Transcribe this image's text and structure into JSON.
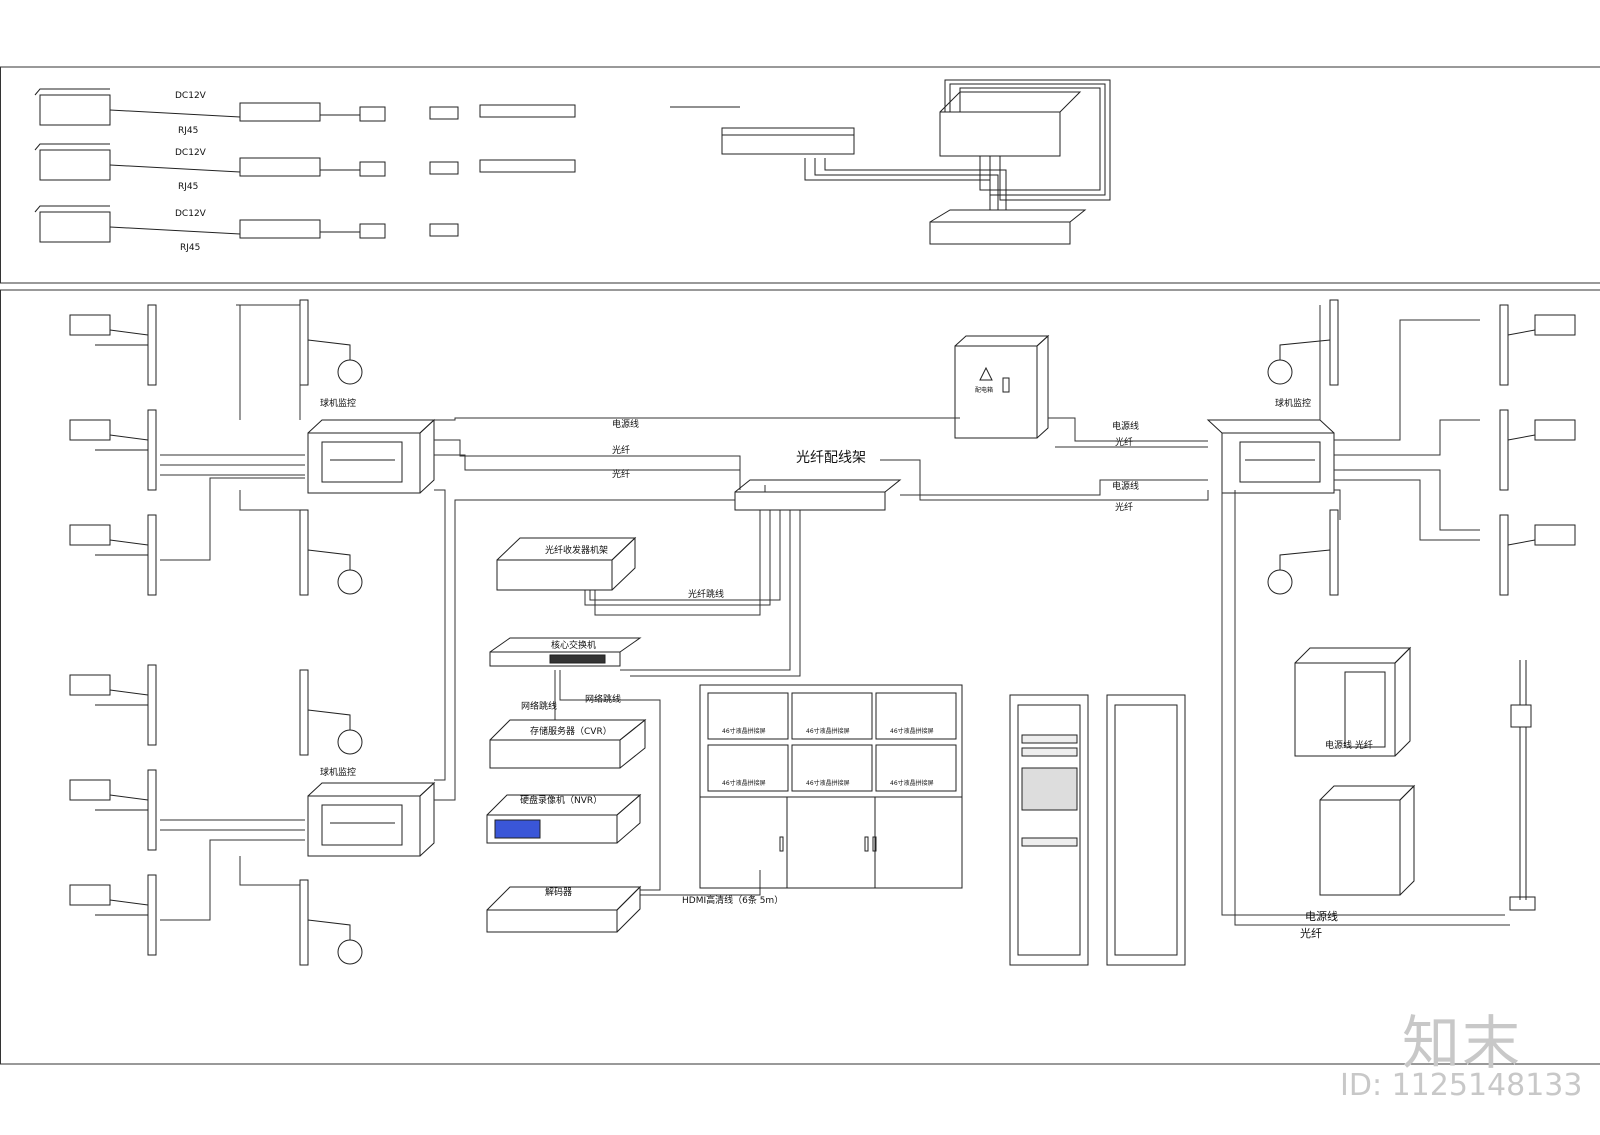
{
  "top_panel": {
    "dc12v": "DC12V",
    "rj45": "RJ45"
  },
  "main_panel": {
    "fiber_frame": "光纤配线架",
    "power_line": "电源线",
    "fiber": "光纤",
    "fiber_jumper": "光纤跳线",
    "fiber_transceiver_rack": "光纤收发器机架",
    "core_switch": "核心交换机",
    "network_jumper": "网络跳线",
    "storage_server": "存储服务器（CVR）",
    "nvr": "硬盘录像机（NVR）",
    "decoder": "解码器",
    "hdmi_line": "HDMI高清线（6条 5m）",
    "dome_left_1": "球机监控",
    "dome_left_2": "球机监控",
    "dome_right": "球机监控",
    "screens": [
      "46寸液晶拼接屏",
      "46寸液晶拼接屏",
      "46寸液晶拼接屏",
      "46寸液晶拼接屏",
      "46寸液晶拼接屏",
      "46寸液晶拼接屏"
    ],
    "pole_box_labels": "电源线  光纤",
    "bottom_power": "电源线",
    "bottom_fiber": "光纤",
    "cabinet_label": "配电箱"
  },
  "watermark": {
    "brand": "知末",
    "id": "ID: 1125148133"
  }
}
